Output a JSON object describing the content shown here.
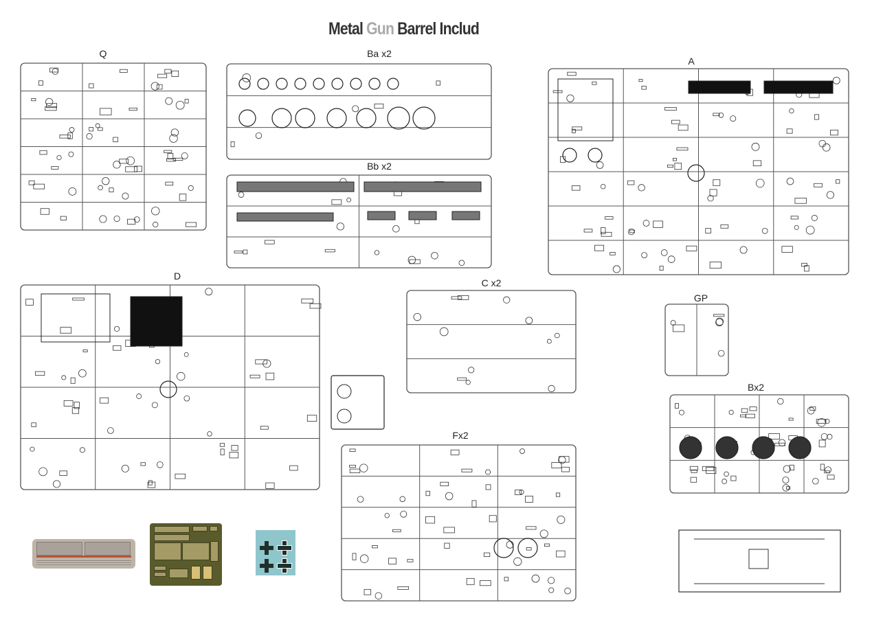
{
  "title": {
    "part1": "Metal ",
    "part2": "Gun",
    "part3": " Barrel Includ"
  },
  "sprues": [
    {
      "id": "Q",
      "label": "Q"
    },
    {
      "id": "Ba",
      "label": "Ba x2"
    },
    {
      "id": "A",
      "label": "A"
    },
    {
      "id": "Bb",
      "label": "Bb x2"
    },
    {
      "id": "D",
      "label": "D"
    },
    {
      "id": "C",
      "label": "C x2"
    },
    {
      "id": "GP",
      "label": "GP"
    },
    {
      "id": "B",
      "label": "Bx2"
    },
    {
      "id": "F",
      "label": "Fx2"
    }
  ],
  "colors": {
    "line": "#555555",
    "decal_bg": "#8fc6cc",
    "pe_fret": "#5a5b2c",
    "barrel": "#bdb4a8"
  }
}
